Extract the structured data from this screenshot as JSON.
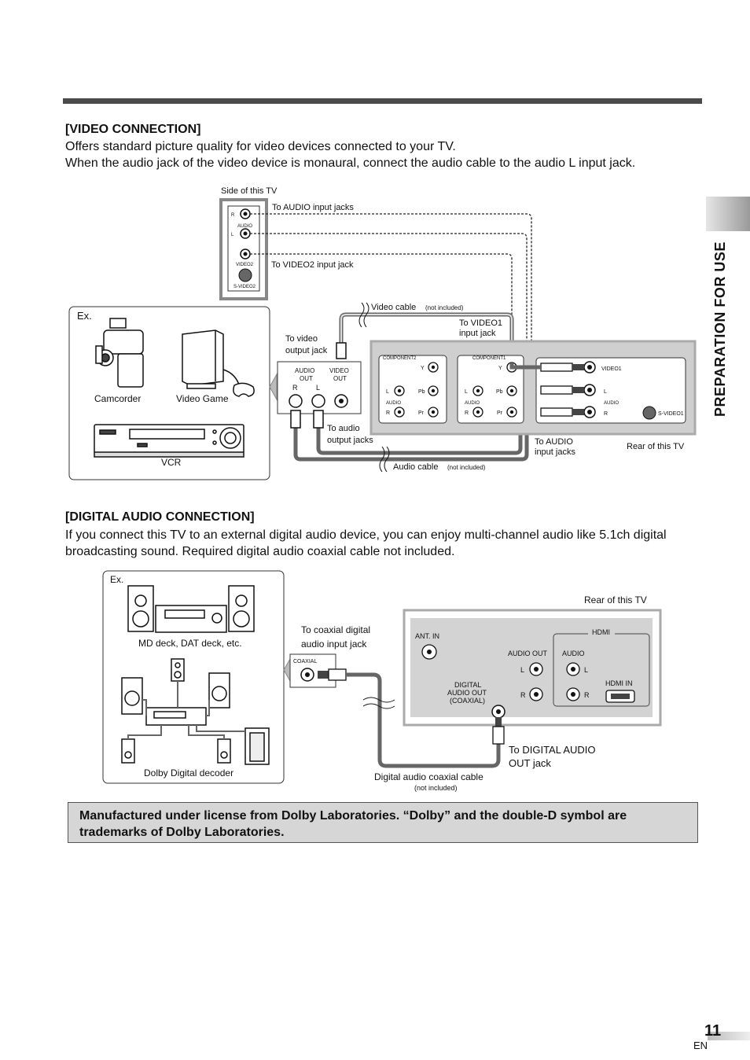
{
  "side_label": "PREPARATION FOR USE",
  "video_section": {
    "heading": "[VIDEO CONNECTION]",
    "line1": "Offers standard picture quality for video devices connected to your TV.",
    "line2": "When the audio jack of the video device is monaural, connect the audio cable to the audio L input jack."
  },
  "video_diagram": {
    "side_of_tv": "Side of this TV",
    "to_audio_inputs": "To AUDIO input jacks",
    "to_video2": "To VIDEO2 input jack",
    "side_jacks": {
      "r": "R",
      "audio": "AUDIO",
      "l": "L",
      "video2": "VIDEO2",
      "svideo2": "S-VIDEO2"
    },
    "ex": "Ex.",
    "camcorder": "Camcorder",
    "video_game": "Video Game",
    "vcr": "VCR",
    "video_cable": "Video cable",
    "video_cable_note": "(not included)",
    "to_video_output": [
      "To video",
      "output jack"
    ],
    "to_video1": [
      "To VIDEO1",
      "input jack"
    ],
    "device_jacks": {
      "audio_out": [
        "AUDIO",
        "OUT"
      ],
      "video_out": [
        "VIDEO",
        "OUT"
      ],
      "r": "R",
      "l": "L"
    },
    "to_audio_output": [
      "To audio",
      "output jacks"
    ],
    "to_audio_inputs_rear": [
      "To AUDIO",
      "input jacks"
    ],
    "rear_of_tv": "Rear of this TV",
    "audio_cable": "Audio cable",
    "audio_cable_note": "(not included)",
    "rear_panel": {
      "component2": "COMPONENT2",
      "component1": "COMPONENT1",
      "y": "Y",
      "pb": "Pb",
      "pr": "Pr",
      "l": "L",
      "r": "R",
      "audio": "AUDIO",
      "video1": "VIDEO1",
      "svideo1": "S-VIDEO1"
    }
  },
  "digital_section": {
    "heading": "[DIGITAL AUDIO CONNECTION]",
    "line1": "If you connect this TV to an external digital audio device, you can enjoy multi-channel audio like 5.1ch digital",
    "line2": "broadcasting sound. Required digital audio coaxial cable not included."
  },
  "digital_diagram": {
    "ex": "Ex.",
    "md_deck": "MD deck, DAT deck, etc.",
    "dolby_decoder": "Dolby Digital decoder",
    "to_coaxial": [
      "To coaxial digital",
      "audio input jack"
    ],
    "coaxial": "COAXIAL",
    "rear_of_tv": "Rear of this TV",
    "ant_in": "ANT. IN",
    "hdmi": "HDMI",
    "audio_out": "AUDIO OUT",
    "audio": "AUDIO",
    "l": "L",
    "r": "R",
    "hdmi_in": "HDMI IN",
    "digital_audio_out": [
      "DIGITAL",
      "AUDIO OUT",
      "(COAXIAL)"
    ],
    "to_digital_audio_out": [
      "To DIGITAL AUDIO",
      "OUT jack"
    ],
    "coax_cable": "Digital audio coaxial cable",
    "coax_cable_note": "(not included)"
  },
  "note": {
    "line1": "Manufactured under license from Dolby Laboratories. “Dolby” and the double-D symbol are",
    "line2": "trademarks of Dolby Laboratories."
  },
  "page_number": "11",
  "language": "EN"
}
